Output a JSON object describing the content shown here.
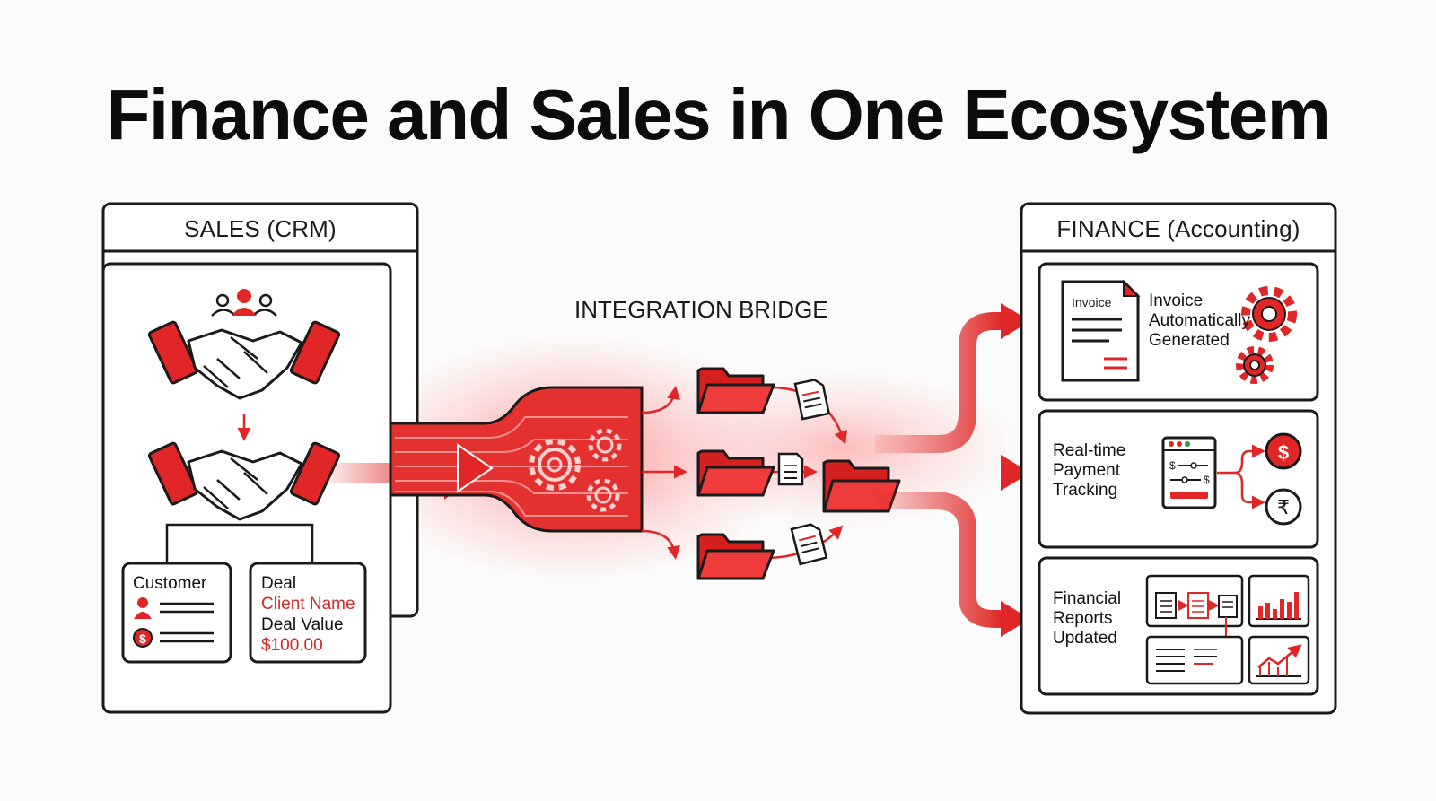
{
  "title": "Finance and Sales in One Ecosystem",
  "sales": {
    "header": "SALES (CRM)",
    "customer_card": {
      "label": "Customer"
    },
    "deal_card": {
      "label": "Deal",
      "client_name": "Client Name",
      "deal_value_label": "Deal Value",
      "deal_value": "$100.00"
    }
  },
  "bridge": {
    "label": "INTEGRATION BRIDGE"
  },
  "finance": {
    "header": "FINANCE (Accounting)",
    "invoice": {
      "doc_label": "Invoice",
      "line1": "Invoice",
      "line2": "Automatically",
      "line3": "Generated"
    },
    "payment": {
      "line1": "Real-time",
      "line2": "Payment",
      "line3": "Tracking",
      "dollar_symbol": "$",
      "rupee_symbol": "₹"
    },
    "reports": {
      "line1": "Financial",
      "line2": "Reports",
      "line3": "Updated"
    }
  },
  "colors": {
    "accent": "#e02626",
    "ink": "#111111",
    "background": "#fbfbfb"
  },
  "icons": [
    "people-icon",
    "handshake-icon",
    "arrow-down-icon",
    "user-icon",
    "dollar-coin-icon",
    "gear-icon",
    "folder-icon",
    "document-icon",
    "invoice-icon",
    "payment-list-icon",
    "rupee-coin-icon",
    "bar-chart-icon",
    "line-chart-icon"
  ]
}
